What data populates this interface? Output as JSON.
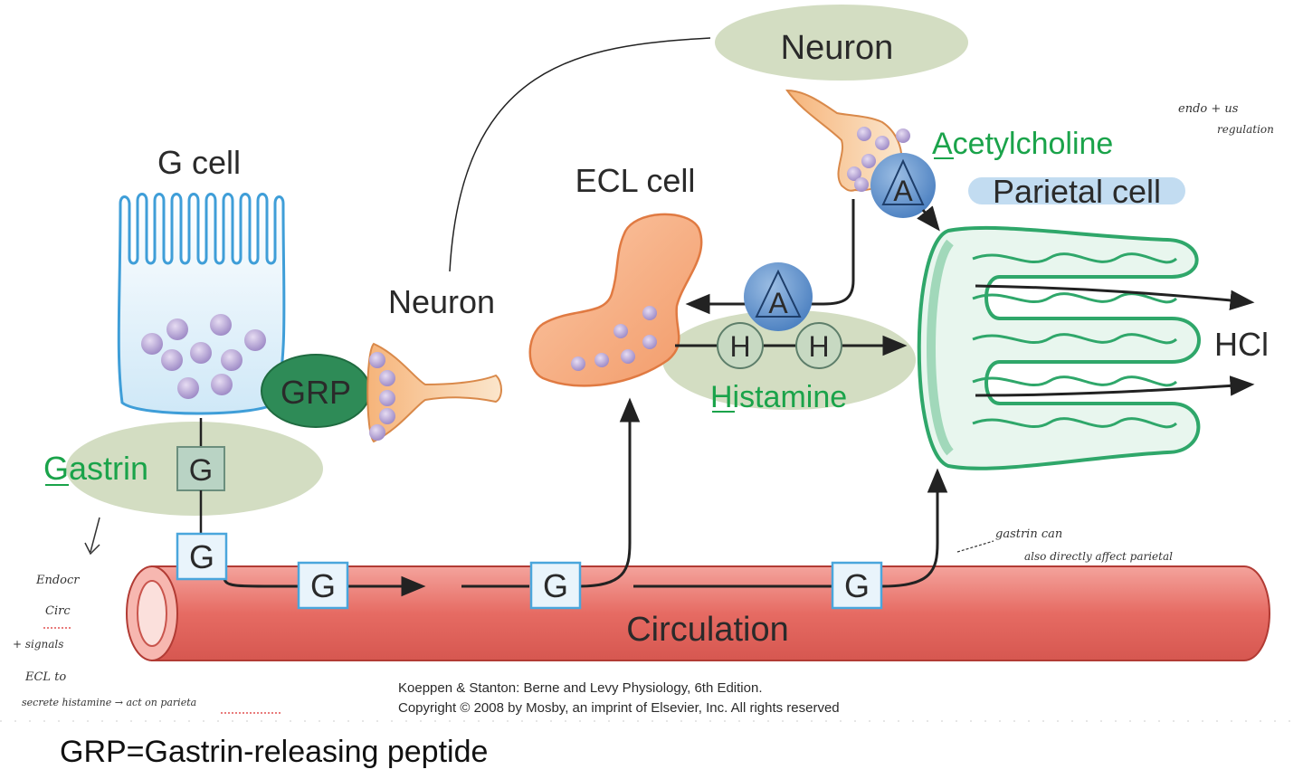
{
  "labels": {
    "neuron_top": "Neuron",
    "neuron_left": "Neuron",
    "g_cell": "G cell",
    "ecl_cell": "ECL cell",
    "parietal_cell": "Parietal cell",
    "acetylcholine": "Acetylcholine",
    "histamine": "Histamine",
    "gastrin": "Gastrin",
    "grp": "GRP",
    "hcl": "HCl",
    "circulation": "Circulation",
    "g_symbol": "G",
    "a_symbol": "A",
    "h_symbol": "H"
  },
  "citation": {
    "line1": "Koeppen & Stanton: Berne and Levy Physiology, 6th Edition.",
    "line2": "Copyright © 2008 by Mosby, an imprint of Elsevier, Inc. All rights reserved"
  },
  "handwritten_notes": {
    "top_right": [
      "endo + us",
      "regulation"
    ],
    "left": [
      "Endocr",
      "Circ",
      "+ signals",
      "ECL to",
      "secrete histamine → act on parieta"
    ],
    "right": [
      "gastrin can",
      "also directly affect parietal"
    ]
  },
  "caption": "GRP=Gastrin-releasing peptide",
  "colors": {
    "highlight_oval": "#d3ddc2",
    "circulation_vessel": "#e8706a",
    "g_cell_outline": "#4aa6dc",
    "ecl_cell": "#f4a679",
    "parietal_cell": "#2fa76a",
    "grp_oval": "#2e8b57",
    "receptor_a": "#4f86c6",
    "green_text": "#1aa34a"
  }
}
